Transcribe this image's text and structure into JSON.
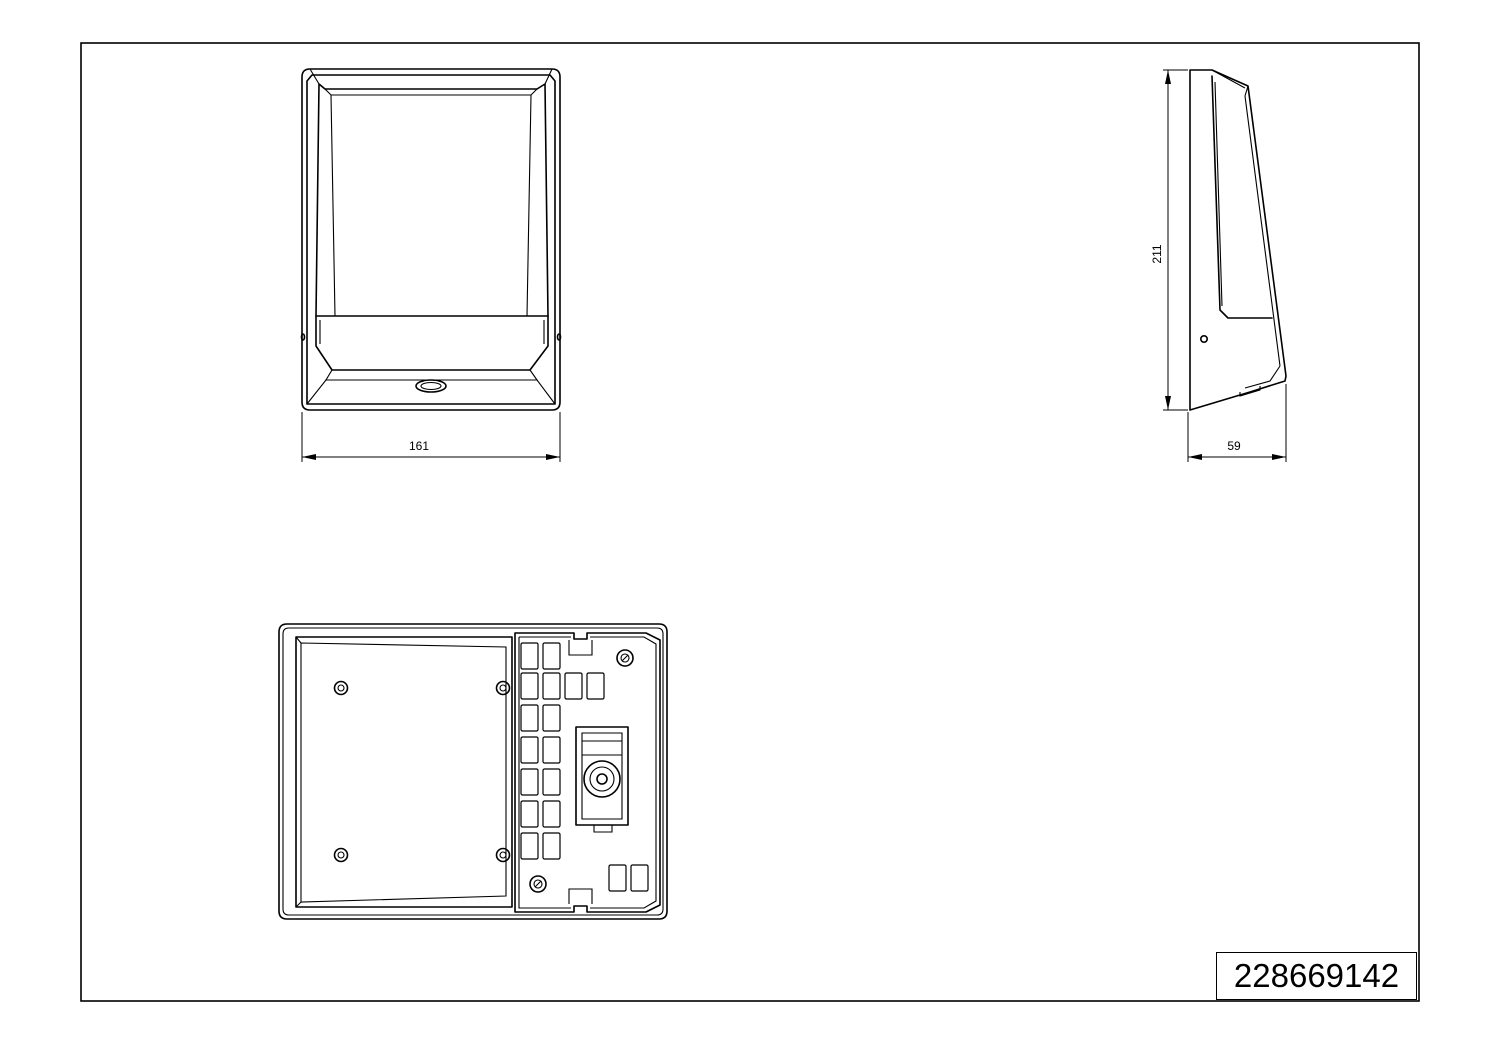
{
  "drawing": {
    "part_number": "228669142",
    "dimensions": {
      "width": "161",
      "height": "211",
      "depth": "59"
    }
  }
}
